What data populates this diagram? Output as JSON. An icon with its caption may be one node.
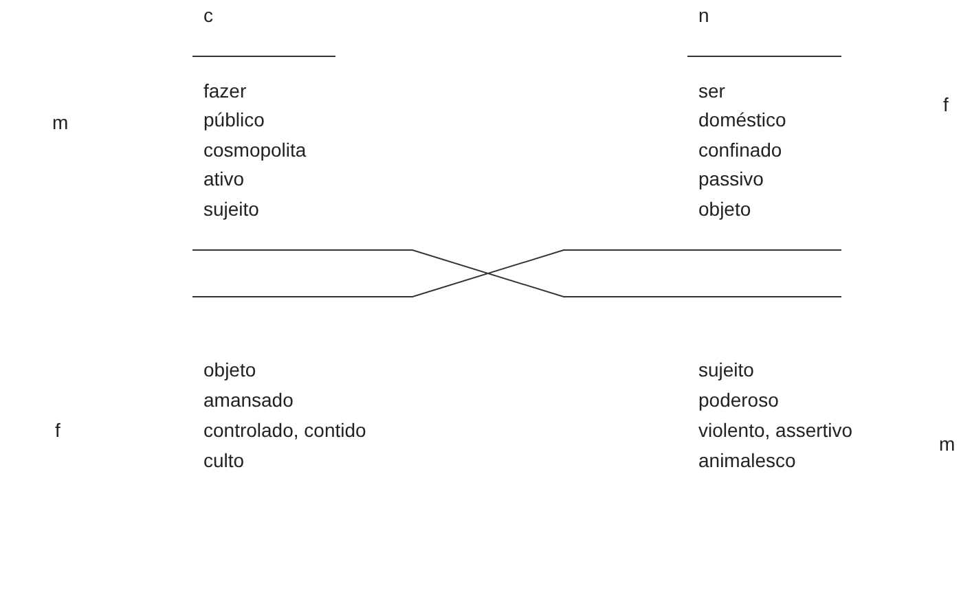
{
  "diagram": {
    "labels": [
      "c",
      "n",
      "m",
      "f",
      "fazer",
      "público",
      "cosmopolita",
      "ativo",
      "sujeito",
      "ser",
      "doméstico",
      "confinado",
      "passivo",
      "objeto",
      "f",
      "m",
      "objeto",
      "amansado",
      "controlado, contido",
      "culto",
      "sujeito",
      "poderoso",
      "violento, assertivo",
      "animalesco"
    ]
  }
}
